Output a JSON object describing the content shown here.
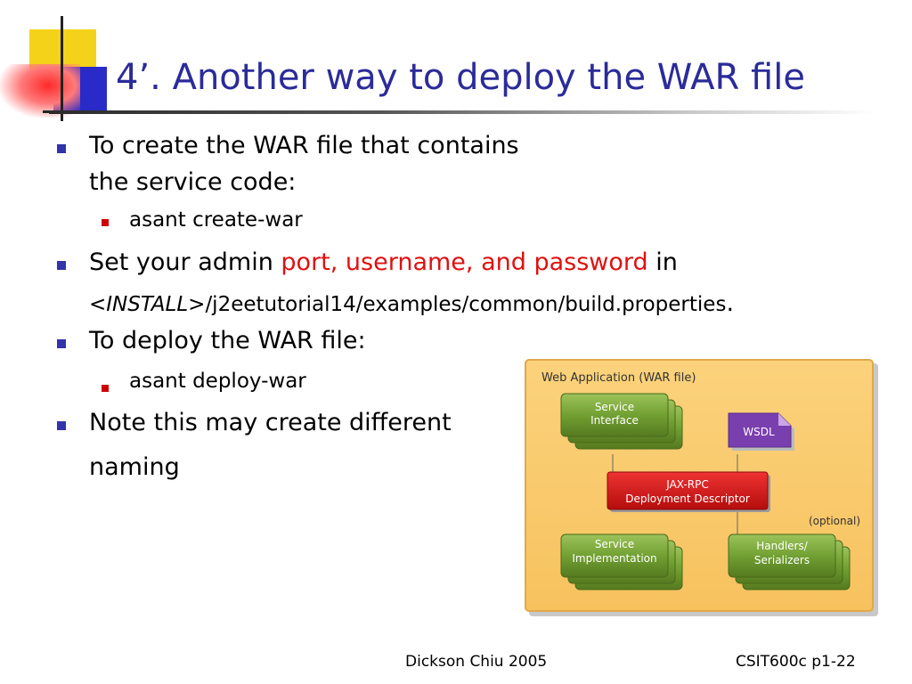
{
  "title": "4’. Another way to deploy the WAR file",
  "bullets": {
    "b1_line1": "To create the WAR file that contains",
    "b1_line2": "the service code:",
    "b1_sub": "asant create-war",
    "b2_pre": "Set your admin ",
    "b2_red": "port, username, and password",
    "b2_post": " in",
    "b2_install": "<INSTALL>",
    "b2_path": "/j2eetutorial14/examples/common/build.properties",
    "b2_period": ".",
    "b3": "To deploy the WAR file:",
    "b3_sub": "asant deploy-war",
    "b4_line1": "Note this may create different",
    "b4_line2": "naming"
  },
  "diagram": {
    "header": "Web Application (WAR file)",
    "service_interface": [
      "Service",
      "Interface"
    ],
    "wsdl": "WSDL",
    "jaxrpc": [
      "JAX-RPC",
      "Deployment Descriptor"
    ],
    "optional": "(optional)",
    "service_impl": [
      "Service",
      "Implementation"
    ],
    "handlers": [
      "Handlers/",
      "Serializers"
    ],
    "colors": {
      "panel": "#f9c66b",
      "green": "#6f9a2e",
      "red": "#cc1111",
      "purple": "#7a3fae"
    }
  },
  "footer": {
    "author": "Dickson Chiu 2005",
    "page": "CSIT600c p1-22"
  }
}
